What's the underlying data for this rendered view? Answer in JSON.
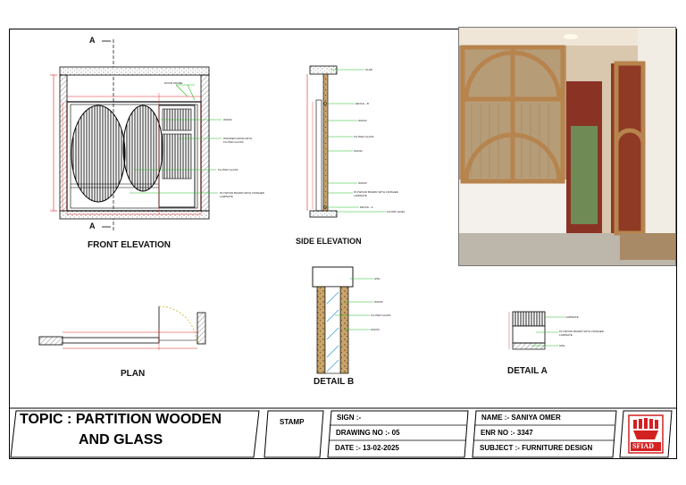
{
  "drawing": {
    "front_elevation_title": "FRONT ELEVATION",
    "side_elevation_title": "SIDE ELEVATION",
    "plan_title": "PLAN",
    "detail_a_title": "DETAIL A",
    "detail_b_title": "DETAIL B",
    "section_mark_top": "A",
    "section_mark_bottom": "A",
    "front_callouts": [
      "DOOR FRAME",
      "WOOD",
      "WOODEN DOOR WITH FLUTED GLASS",
      "FLUTED GLASS",
      "PLYWOOD BOARD WITH FINISHED LAMINATE"
    ],
    "side_callouts": [
      "SLAB",
      "DETAIL - B",
      "WOOD",
      "FLUTED GLASS",
      "WOOD",
      "WOOD",
      "PLYWOOD BOARD WITH FINISHED LAMINATE",
      "DETAIL - A",
      "FLOOR LEVEL"
    ],
    "detail_b_callouts": [
      "HINL",
      "WOOD",
      "FLUTED GLASS",
      "WOOD"
    ],
    "detail_a_callouts": [
      "LAMINATE",
      "PLYWOOD BOARD WITH FINISHED LAMINATE",
      "HINL"
    ]
  },
  "title_block": {
    "topic_line1": "TOPIC : PARTITION WOODEN",
    "topic_line2": "AND GLASS",
    "stamp": "STAMP",
    "sign": "SIGN :-",
    "drawing_no": "DRAWING NO :- 05",
    "date": "DATE :- 13-02-2025",
    "name": "NAME :-  SANIYA OMER",
    "enr_no": "ENR NO :- 3347",
    "subject": "SUBJECT :- FURNITURE DESIGN",
    "logo_text": "SFIAD"
  },
  "colors": {
    "dimension_red": "#e02020",
    "leader_green": "#22bb22",
    "wood_brown": "#8b6a3a",
    "title_red": "#d32020"
  }
}
